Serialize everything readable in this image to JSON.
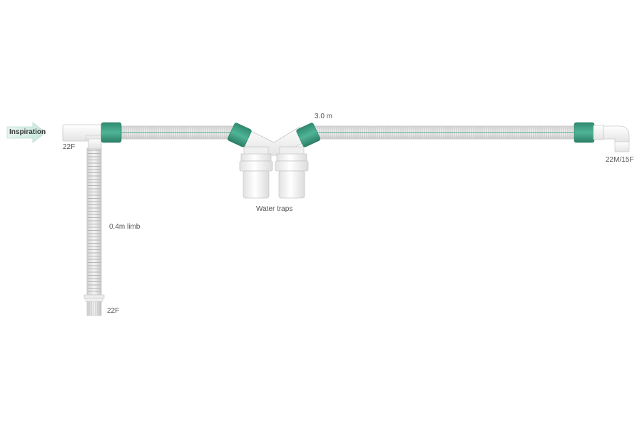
{
  "labels": {
    "inspiration": "Inspiration",
    "inlet_connector": "22F",
    "main_length": "3.0 m",
    "water_traps": "Water traps",
    "patient_connector": "22M/15F",
    "limb_length": "0.4m limb",
    "limb_connector": "22F"
  },
  "colors": {
    "tube": "#e6e6e6",
    "tube_rib": "#b5b5b5",
    "cuff": "#3f9f84",
    "cuff_dark": "#2e8068",
    "inner_line": "#4aa58c",
    "connector": "#f2f2f2",
    "arrow": "#d4ece5",
    "outline": "#c6c6c6"
  }
}
